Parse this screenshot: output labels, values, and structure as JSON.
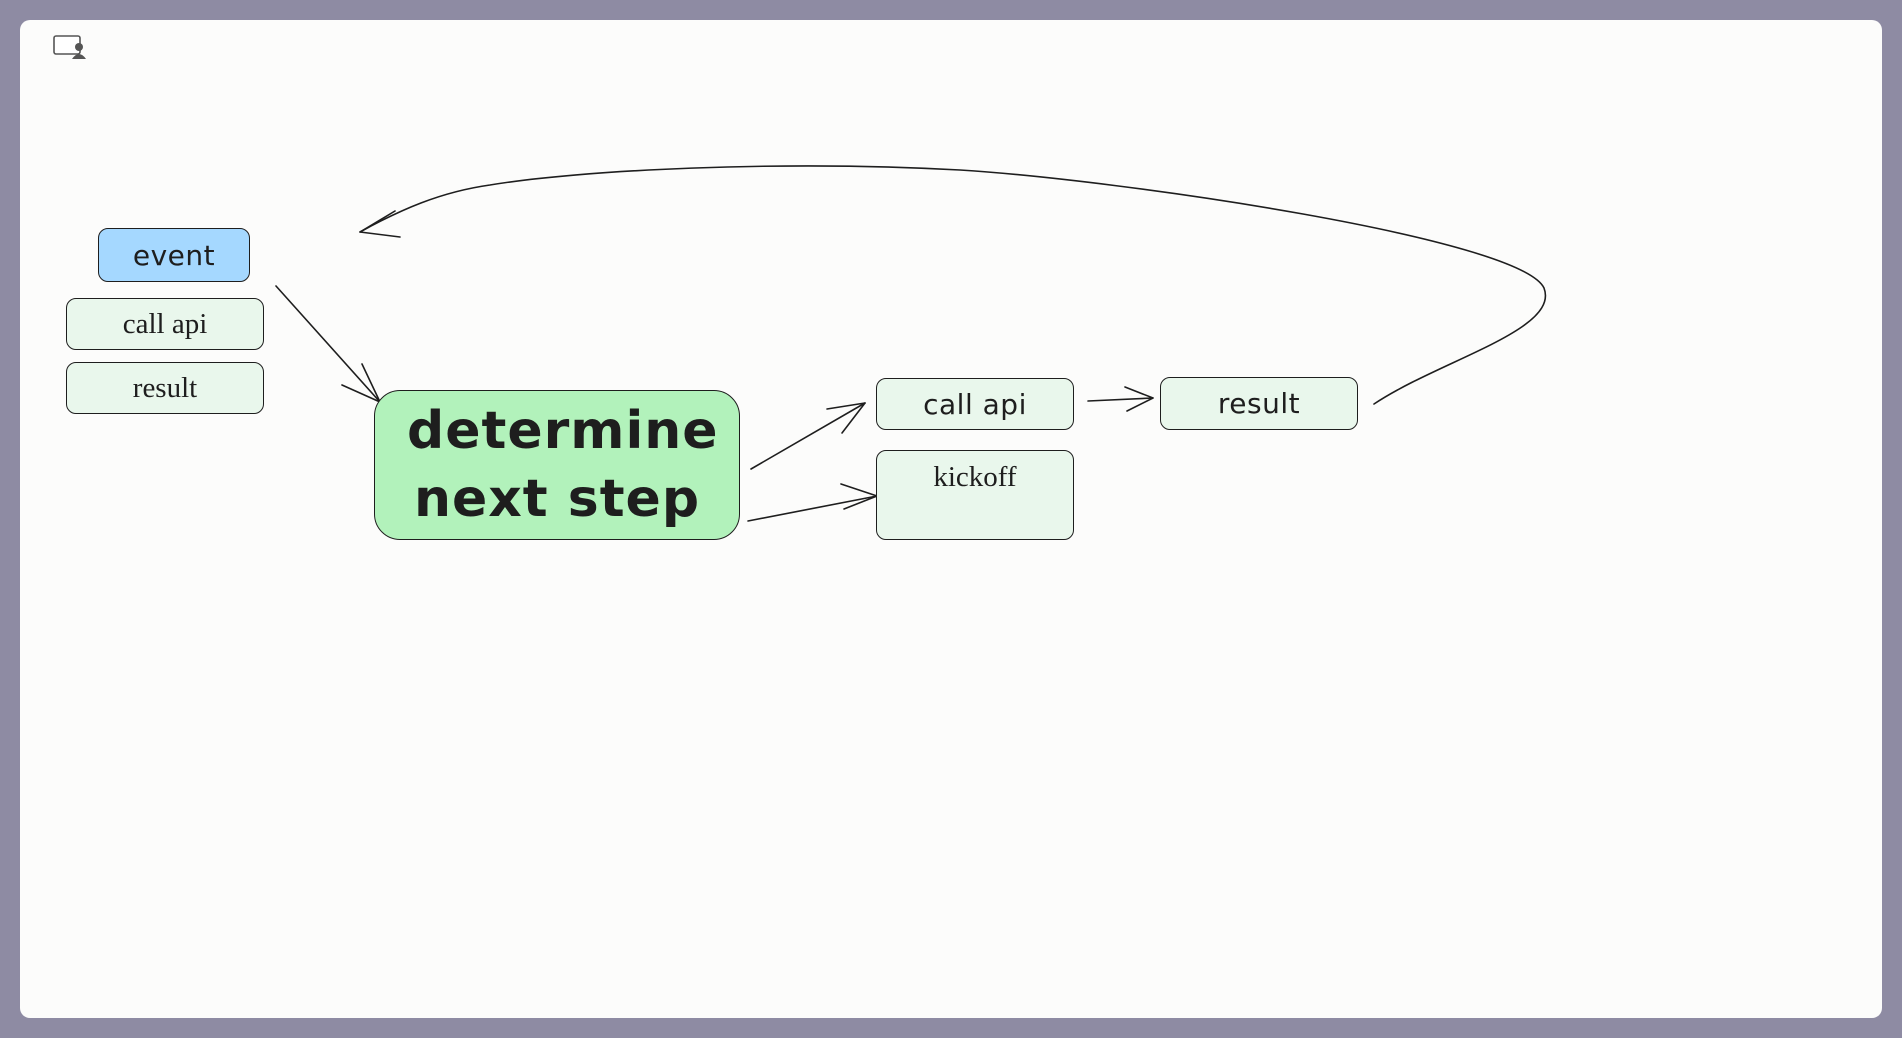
{
  "diagram": {
    "nodes": {
      "event": {
        "label": "event",
        "fill": "#a5d8ff"
      },
      "call_api_left": {
        "label": "call api",
        "fill": "#e9f7ec"
      },
      "result_left": {
        "label": "result",
        "fill": "#e9f7ec"
      },
      "determine": {
        "label": "determine next step",
        "fill": "#b2f2bb"
      },
      "call_api_right": {
        "label": "call api",
        "fill": "#e9f7ec"
      },
      "kickoff": {
        "label": "kickoff",
        "fill": "#e9f7ec"
      },
      "result_right": {
        "label": "result",
        "fill": "#e9f7ec"
      }
    },
    "edges": [
      {
        "from": "event",
        "to": "determine"
      },
      {
        "from": "determine",
        "to": "call_api_right"
      },
      {
        "from": "determine",
        "to": "kickoff"
      },
      {
        "from": "call_api_right",
        "to": "result_right"
      },
      {
        "from": "result_right",
        "to": "event"
      }
    ]
  },
  "icons": {
    "toolbar": "presentation-user-icon"
  }
}
